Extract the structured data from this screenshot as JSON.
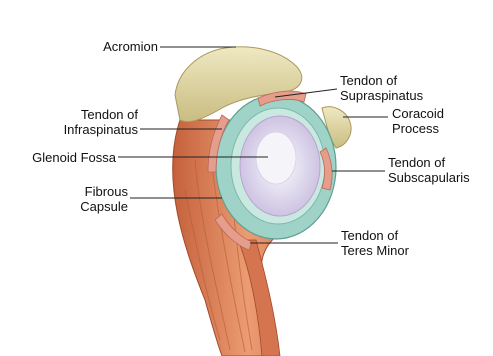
{
  "labels": {
    "acromion": "Acromion",
    "supraspinatus": [
      "Tendon of",
      "Supraspinatus"
    ],
    "infraspinatus": [
      "Tendon of",
      "Infraspinatus"
    ],
    "coracoid": [
      "Coracoid",
      "Process"
    ],
    "glenoid": "Glenoid Fossa",
    "subscapularis": [
      "Tendon of",
      "Subscapularis"
    ],
    "capsule": [
      "Fibrous",
      "Capsule"
    ],
    "teres": [
      "Tendon of",
      "Teres Minor"
    ]
  },
  "colors": {
    "bone": "#d8cf9c",
    "muscle": "#e0825a",
    "muscle_dark": "#b3502f",
    "capsule": "#a8d9cf",
    "cartilage": "#d9d2ea",
    "glenoid_center": "#f2f0f6",
    "tendon": "#e39a8a",
    "leader": "#222222"
  }
}
